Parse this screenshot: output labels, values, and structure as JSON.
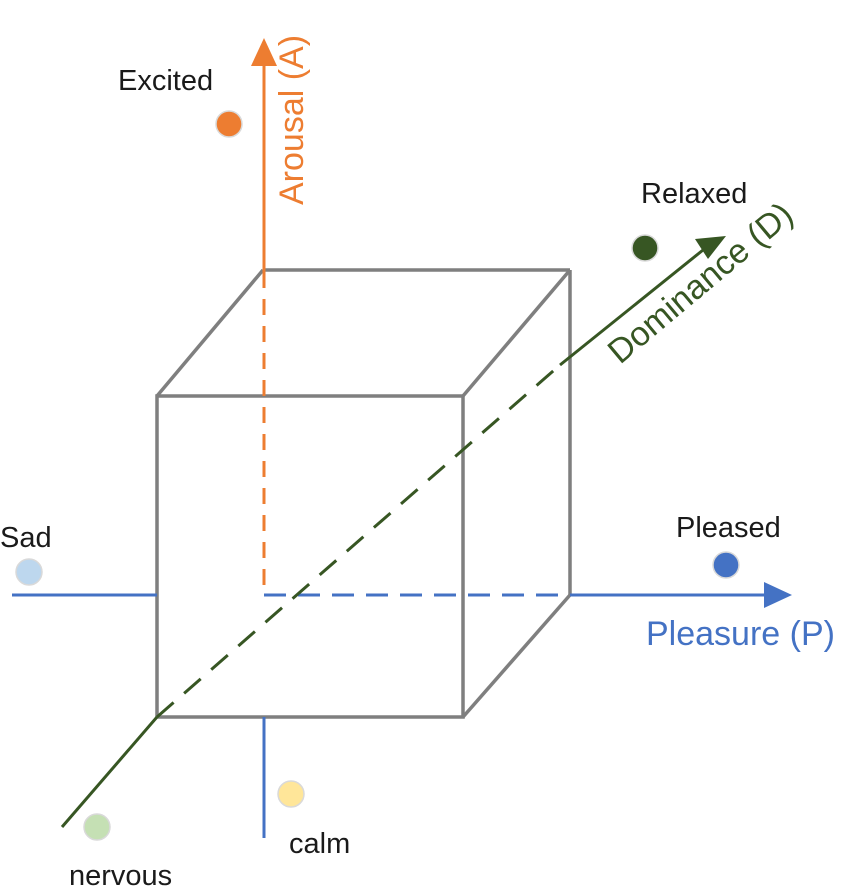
{
  "axes": {
    "arousal": {
      "label": "Arousal (A)",
      "color": "#ED7D31"
    },
    "pleasure": {
      "label": "Pleasure (P)",
      "color": "#4472C4"
    },
    "dominance": {
      "label": "Dominance (D)",
      "color": "#375623"
    }
  },
  "cube": {
    "color": "#7F7F7F"
  },
  "emotions": {
    "excited": {
      "label": "Excited",
      "color": "#ED7D31"
    },
    "relaxed": {
      "label": "Relaxed",
      "color": "#375623"
    },
    "sad": {
      "label": "Sad",
      "color": "#BDD7EE"
    },
    "pleased": {
      "label": "Pleased",
      "color": "#4472C4"
    },
    "calm": {
      "label": "calm",
      "color": "#FFE699"
    },
    "nervous": {
      "label": "nervous",
      "color": "#C5E0B4"
    }
  }
}
